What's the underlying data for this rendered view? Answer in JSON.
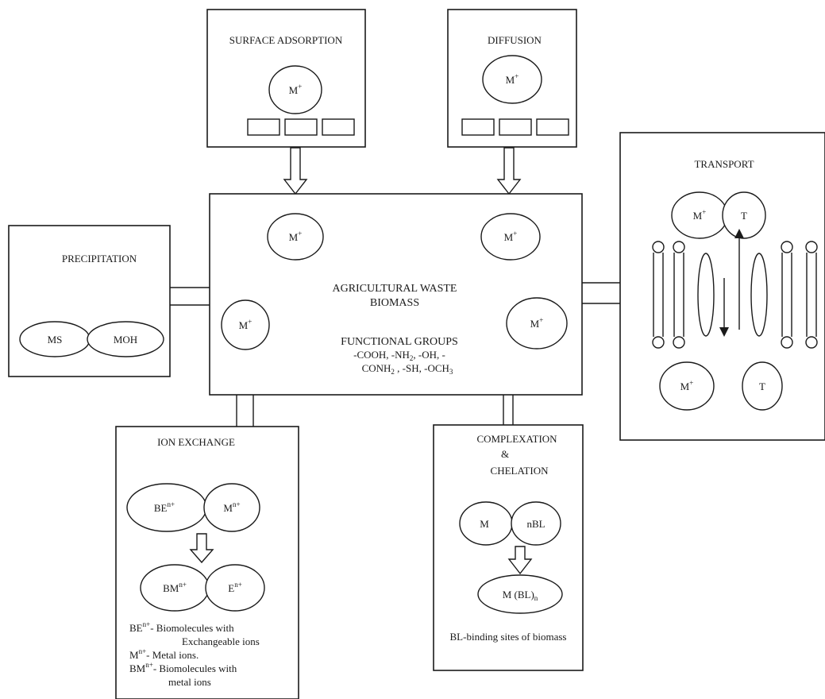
{
  "center": {
    "title_line1": "AGRICULTURAL WASTE",
    "title_line2": "BIOMASS",
    "groups_label": "FUNCTIONAL GROUPS",
    "groups_line1_a": "-COOH, -NH",
    "groups_line1_sub": "2",
    "groups_line1_b": ", -OH, -",
    "groups_line2_a": "CONH",
    "groups_line2_sub1": "2",
    "groups_line2_b": " , -SH, -OCH",
    "groups_line2_sub2": "3",
    "metal_base": "M",
    "metal_sup": "+"
  },
  "surface_adsorption": {
    "title": "SURFACE ADSORPTION",
    "metal_base": "M",
    "metal_sup": "+"
  },
  "diffusion": {
    "title": "DIFFUSION",
    "metal_base": "M",
    "metal_sup": "+"
  },
  "transport": {
    "title": "TRANSPORT",
    "metal_base": "M",
    "metal_sup": "+",
    "carrier": "T"
  },
  "precipitation": {
    "title": "PRECIPITATION",
    "item1": "MS",
    "item2": "MOH"
  },
  "ion_exchange": {
    "title": "ION EXCHANGE",
    "be_base": "BE",
    "m_base": "M",
    "bm_base": "BM",
    "e_base": "E",
    "charge_sup": "n+",
    "legend1_code": "BE",
    "legend1_text": "- Biomolecules with",
    "legend1_cont": "Exchangeable ions",
    "legend2_code": "M",
    "legend2_text": "-   Metal ions.",
    "legend3_code": "BM",
    "legend3_text": "- Biomolecules with",
    "legend3_cont": "metal ions"
  },
  "complexation": {
    "title_line1": "COMPLEXATION",
    "title_line2": "&",
    "title_line3": "CHELATION",
    "metal": "M",
    "ligand": "nBL",
    "product_base": "M (BL)",
    "product_sub": "n",
    "legend": "BL-binding sites of biomass"
  }
}
